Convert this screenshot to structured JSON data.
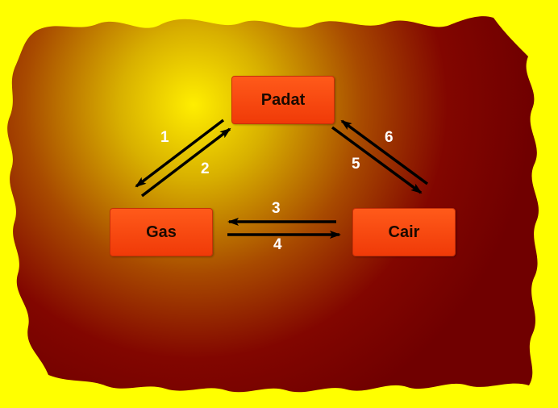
{
  "colors": {
    "background": "#ffff00",
    "blob_center": "#ffe800",
    "blob_edge": "#7a0000",
    "box_fill": "#ff4a10",
    "arrow": "#000000",
    "number_text": "#ffffff"
  },
  "states": {
    "solid": "Padat",
    "gas": "Gas",
    "liquid": "Cair"
  },
  "transitions": [
    {
      "label": "1",
      "from": "Padat",
      "to": "Gas"
    },
    {
      "label": "2",
      "from": "Gas",
      "to": "Padat"
    },
    {
      "label": "3",
      "from": "Cair",
      "to": "Gas"
    },
    {
      "label": "4",
      "from": "Gas",
      "to": "Cair"
    },
    {
      "label": "5",
      "from": "Padat",
      "to": "Cair"
    },
    {
      "label": "6",
      "from": "Cair",
      "to": "Padat"
    }
  ]
}
